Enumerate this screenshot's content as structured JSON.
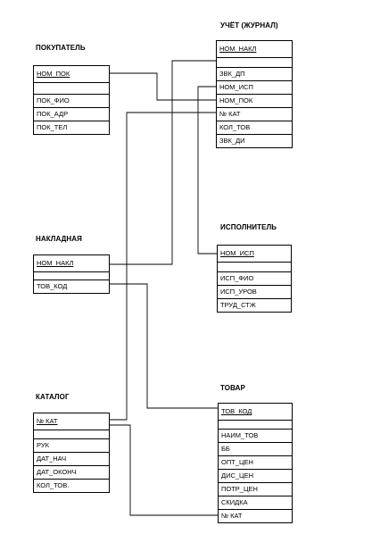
{
  "tables": {
    "pokupatel": {
      "title": "ПОКУПАТЕЛЬ",
      "key": "НОМ_ПОК",
      "fields": [
        "ПОК_ФИО",
        "ПОК_АДР",
        "ПОК_ТЕЛ"
      ]
    },
    "uchet": {
      "title": "УЧЁТ (ЖУРНАЛ)",
      "key": "НОМ_НАКЛ",
      "fields": [
        "ЗВК_ДП",
        "НОМ_ИСП",
        "НОМ_ПОК",
        "№ КАТ",
        "КОЛ_ТОВ",
        "ЗВК_ДИ"
      ]
    },
    "ispolnitel": {
      "title": "ИСПОЛНИТЕЛЬ",
      "key": "НОМ_ИСП",
      "fields": [
        "ИСП_ФИО",
        "ИСП_УРОВ",
        "ТРУД_СТЖ"
      ]
    },
    "nakladnaya": {
      "title": "НАКЛАДНАЯ",
      "key": "НОМ_НАКЛ",
      "fields": [
        "ТОВ_КОД"
      ]
    },
    "katalog": {
      "title": "КАТАЛОГ",
      "key": "№ КАТ",
      "fields": [
        "РУК",
        "ДАТ_НАЧ",
        "ДАТ_ОКОНЧ",
        "КОЛ_ТОВ."
      ]
    },
    "tovar": {
      "title": "ТОВАР",
      "key": "ТОВ_КОД",
      "fields": [
        "НАИМ_ТОВ",
        "ББ",
        "ОПТ_ЦЕН",
        "ДИС_ЦЕН",
        "ПОТР_ЦЕН",
        "СКИДКА",
        "№ КАТ"
      ]
    }
  }
}
